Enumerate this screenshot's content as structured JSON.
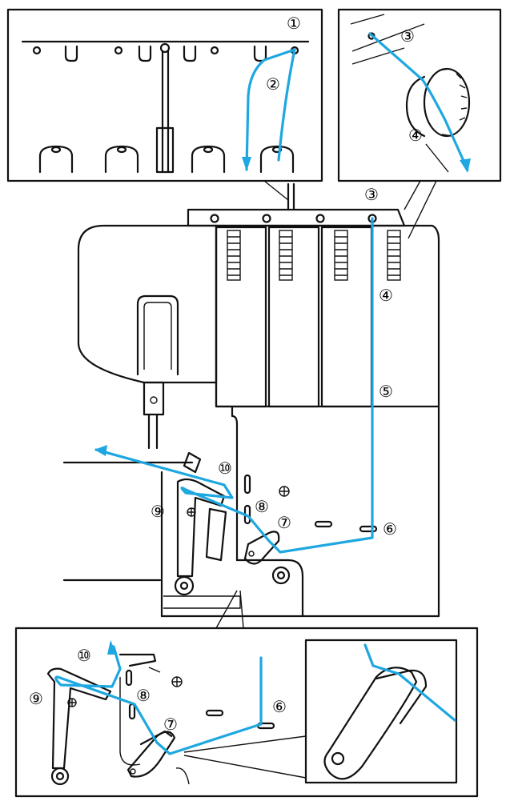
{
  "labels": {
    "step1": "①",
    "step2": "②",
    "step3": "③",
    "step4": "④",
    "step5": "⑤",
    "step6": "⑥",
    "step7": "⑦",
    "step8": "⑧",
    "step9": "⑨",
    "step10": "⑩"
  },
  "colors": {
    "thread": "#1ea7e0",
    "ink": "#111111"
  }
}
